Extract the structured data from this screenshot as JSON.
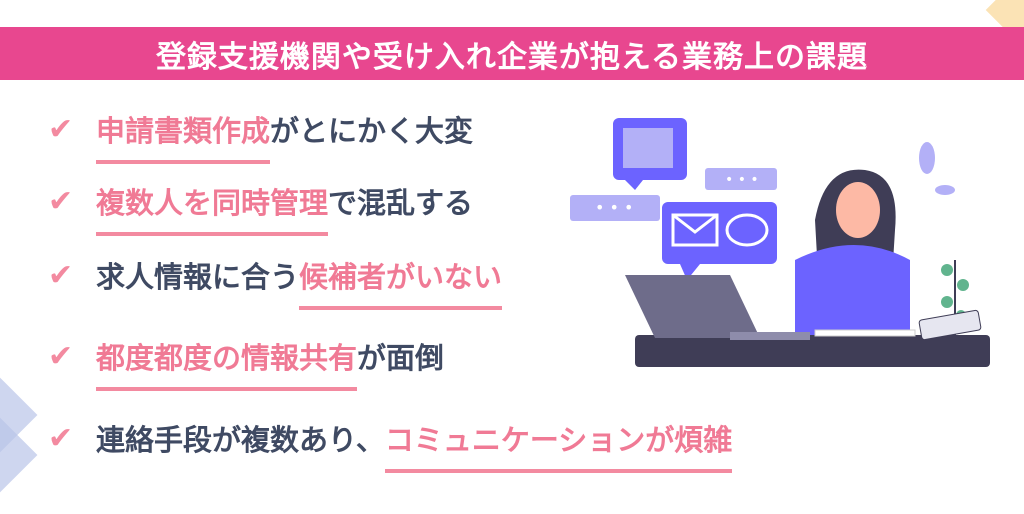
{
  "banner": {
    "title": "登録支援機関や受け入れ企業が抱える業務上の課題"
  },
  "items": [
    {
      "highlight": "申請書類作成",
      "rest": "がとにかく大変",
      "prefix": ""
    },
    {
      "highlight": "複数人を同時管理",
      "rest": "で混乱する",
      "prefix": ""
    },
    {
      "prefix": "求人情報に合う",
      "highlight": "候補者がいない",
      "rest": ""
    },
    {
      "highlight": "都度都度の情報共有",
      "rest": "が面倒",
      "prefix": ""
    },
    {
      "prefix": "連絡手段が複数あり、",
      "highlight": "コミュニケーションが煩雑",
      "rest": ""
    }
  ],
  "check_glyph": "✔",
  "colors": {
    "banner": "#e8478f",
    "highlight": "#f07a95",
    "text": "#3f4a63",
    "accent_purple": "#6c63ff"
  }
}
